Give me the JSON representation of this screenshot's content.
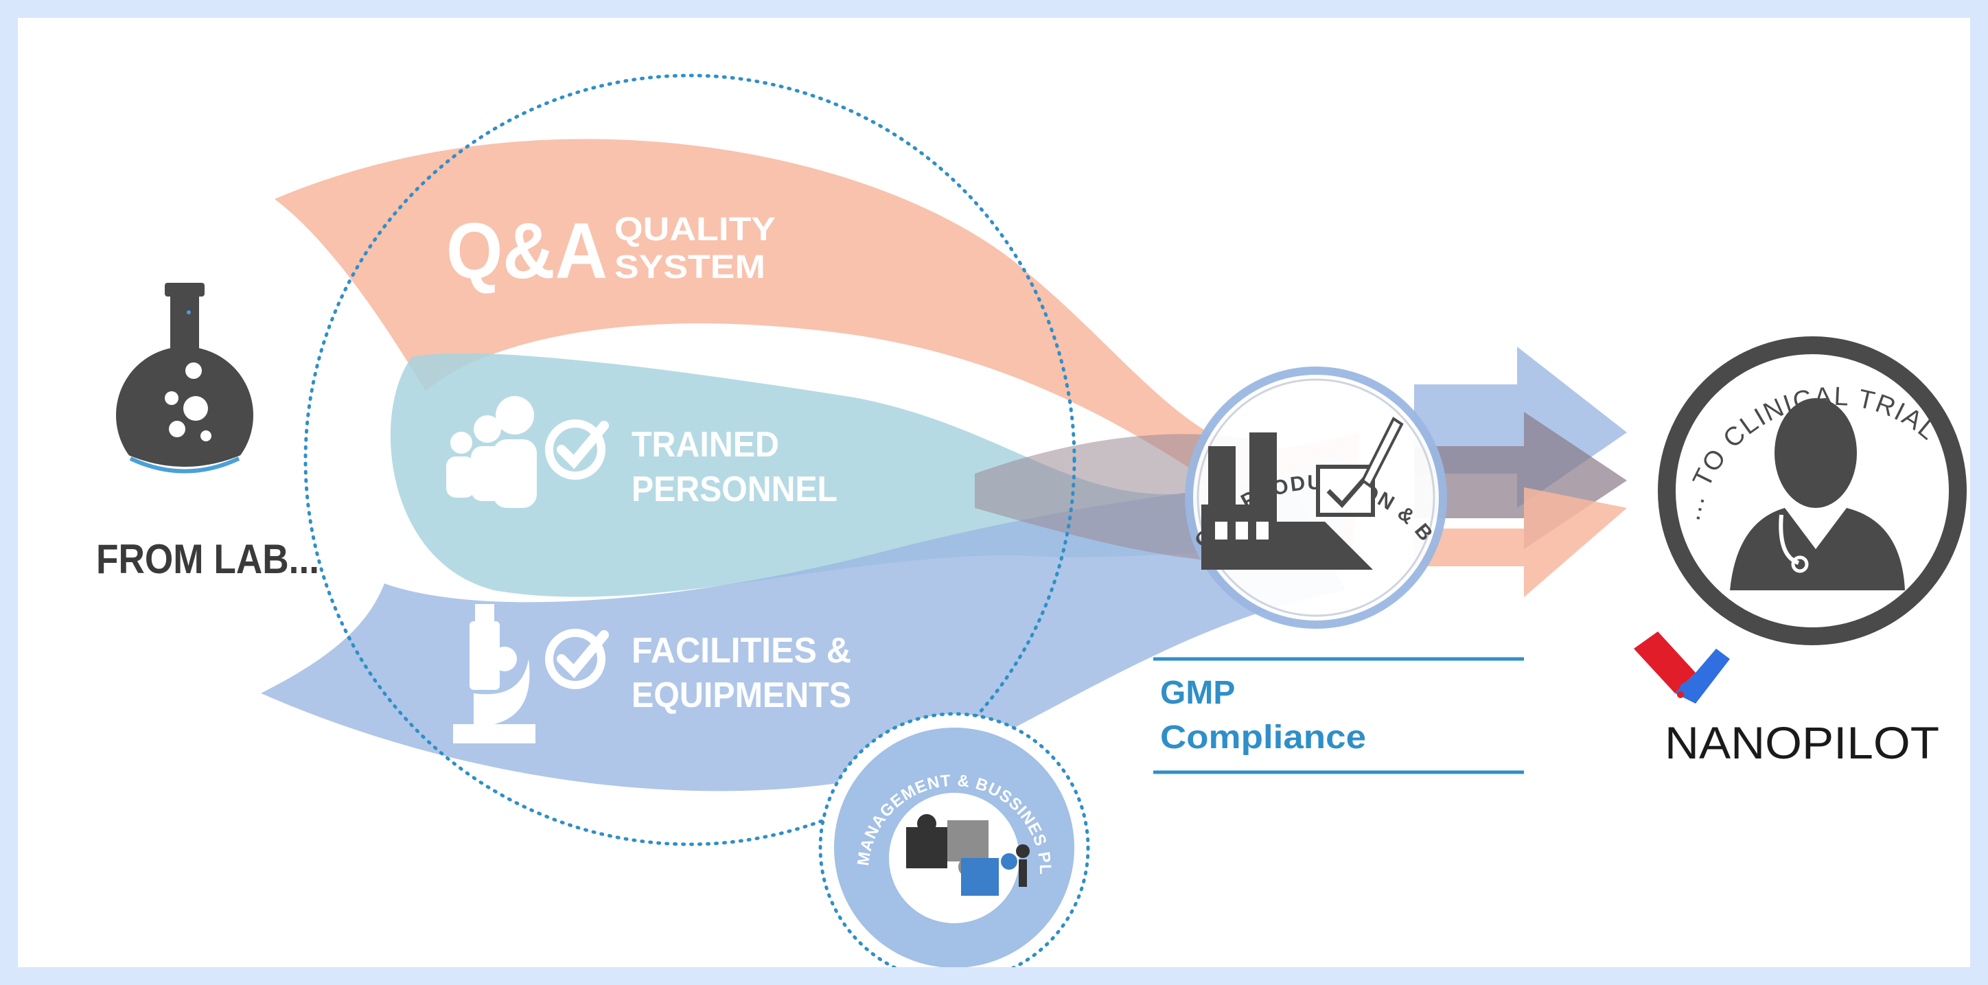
{
  "colors": {
    "page_border": "#d8e7fb",
    "quality_band": "#f7b79f",
    "personnel_band": "#a8d3de",
    "facilities_band": "#9ab8e2",
    "dark_icon": "#4a4a4a",
    "accent_blue": "#2f8fc8",
    "text_white": "#ffffff",
    "nanopilot_red": "#e11d2a",
    "nanopilot_blue": "#2f6fe0"
  },
  "lab": {
    "label": "FROM LAB...",
    "icon": "flask-icon"
  },
  "streams": {
    "qa": {
      "big": "Q&A",
      "line1": "QUALITY",
      "line2": "SYSTEM"
    },
    "personnel": {
      "line1": "TRAINED",
      "line2": "PERSONNEL",
      "icons": [
        "people-icon",
        "checkmark-icon"
      ]
    },
    "facilities": {
      "line1": "FACILITIES &",
      "line2": "EQUIPMENTS",
      "icons": [
        "microscope-icon",
        "checkmark-icon"
      ]
    }
  },
  "management": {
    "label": "MANAGEMENT & BUSSINES PLAN",
    "icon": "puzzle-icon"
  },
  "gmp_circle": {
    "label": "GMP PRODUCTION & BATCH RELEASE",
    "icon": "factory-icon"
  },
  "gmp_compliance": {
    "line1": "GMP",
    "line2": "Compliance"
  },
  "clinical": {
    "label": "... TO CLINICAL TRIALS",
    "icon": "doctor-icon"
  },
  "brand": {
    "name": "NANOPILOT",
    "icon": "capsule-logo-icon"
  }
}
